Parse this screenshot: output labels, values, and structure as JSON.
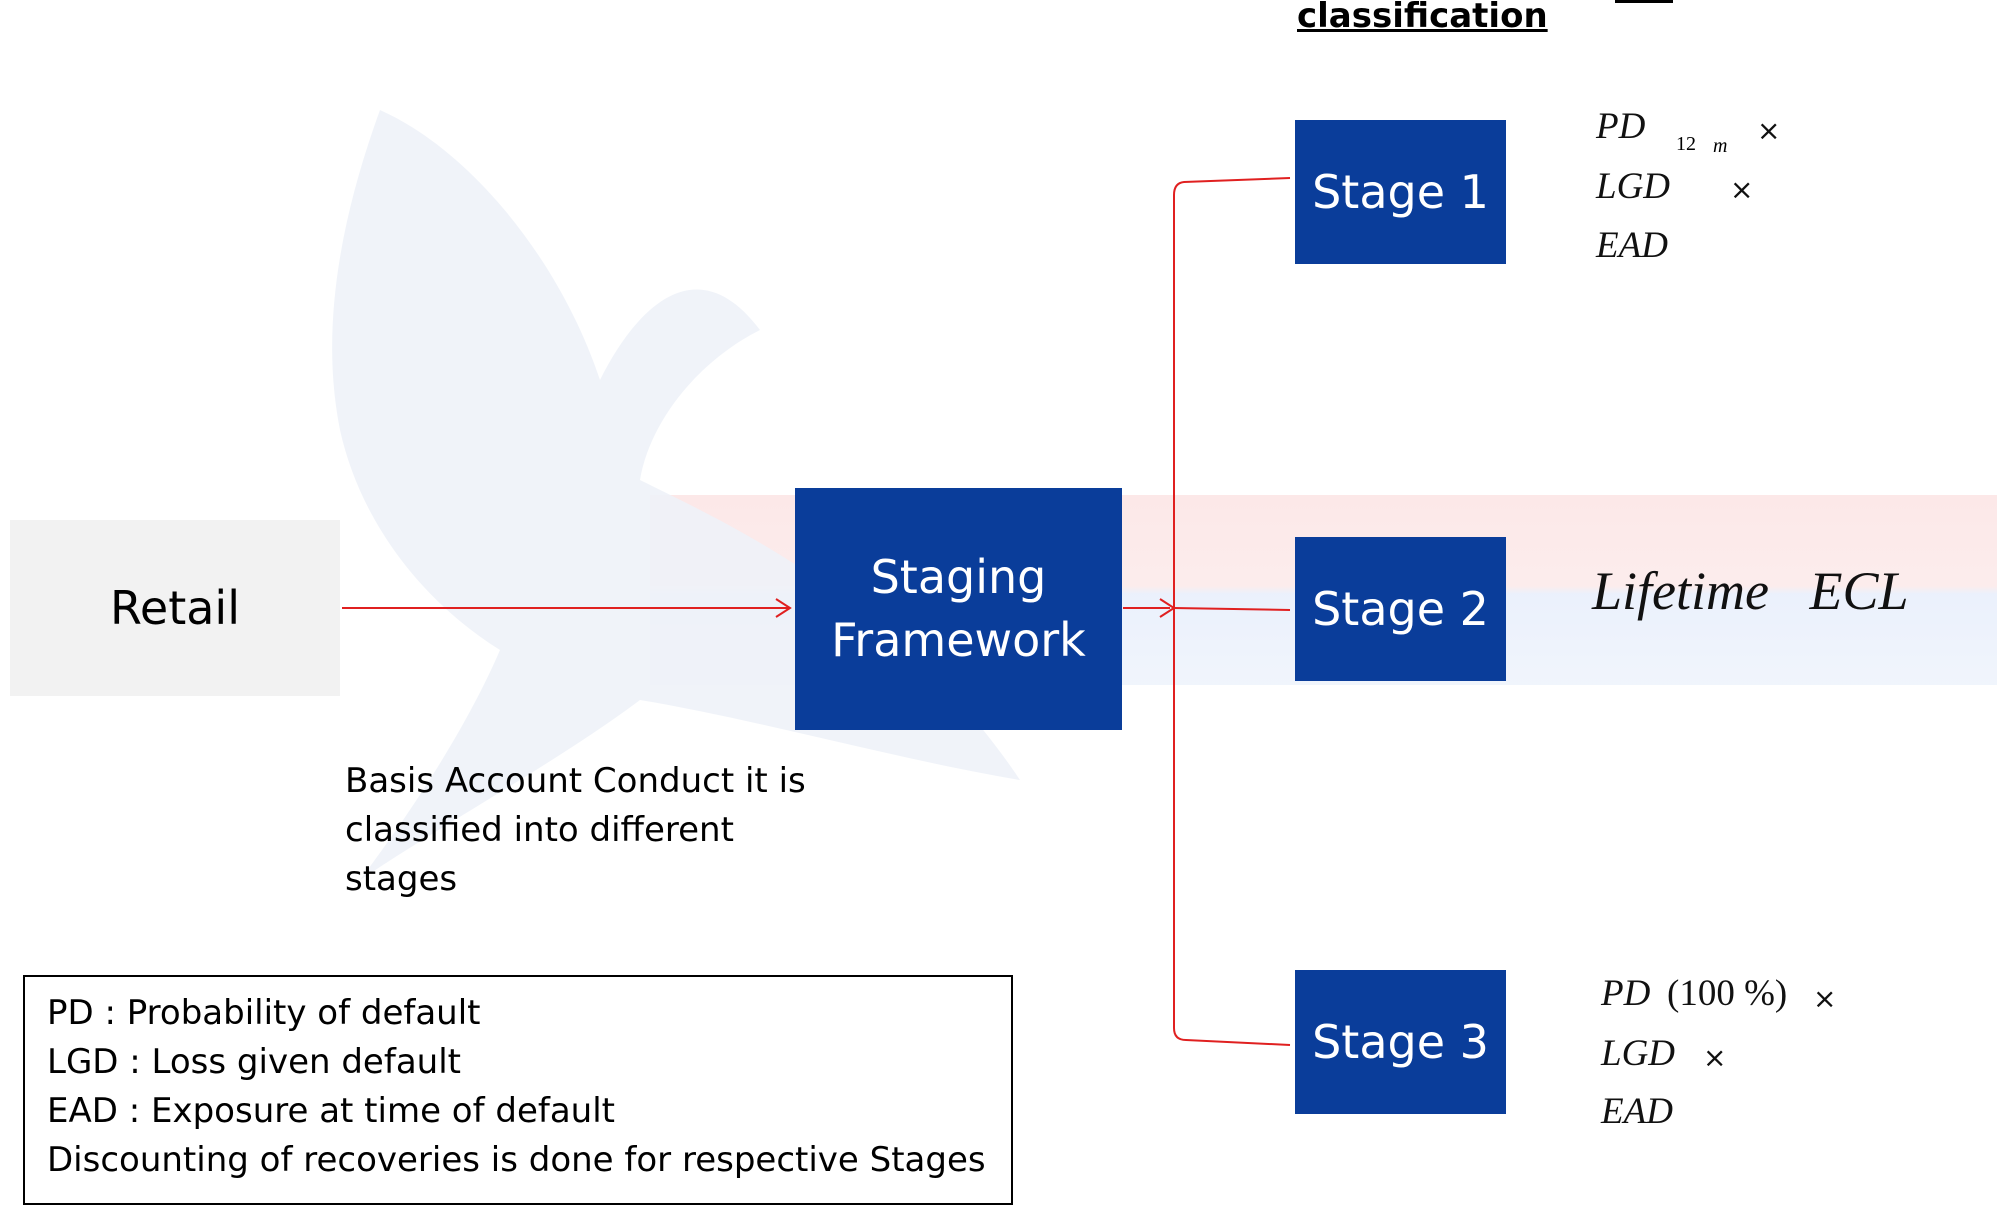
{
  "headers": {
    "classification": "classification"
  },
  "nodes": {
    "retail": "Retail",
    "staging_framework": "Staging Framework",
    "stage1": "Stage 1",
    "stage2": "Stage 2",
    "stage3": "Stage 3"
  },
  "note": {
    "line1": "Basis Account Conduct it is",
    "line2": "classified into different",
    "line3": "stages"
  },
  "formulas": {
    "stage1": {
      "pd": "PD",
      "sub_num": "12",
      "sub_m": "m",
      "lgd": "LGD",
      "ead": "EAD",
      "times": "×"
    },
    "stage2": {
      "text": "Lifetime   ECL"
    },
    "stage3": {
      "pd": "PD",
      "pct": "(100 %)",
      "lgd": "LGD",
      "ead": "EAD",
      "times": "×"
    }
  },
  "legend": {
    "line1": "PD : Probability of default",
    "line2": "LGD : Loss given default",
    "line3": "EAD : Exposure at time of default",
    "line4": "Discounting of recoveries is done for respective Stages"
  },
  "colors": {
    "box_blue": "#0a3d9a",
    "retail_bg": "#f2f2f2",
    "connector": "#e02020"
  }
}
